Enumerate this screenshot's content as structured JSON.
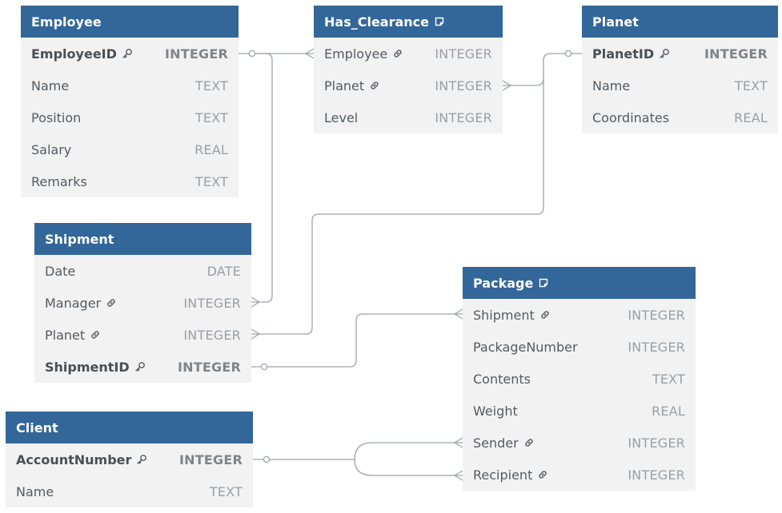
{
  "tables": {
    "employee": {
      "title": "Employee",
      "columns": [
        {
          "name": "EmployeeID",
          "type": "INTEGER",
          "icon": "key-icon"
        },
        {
          "name": "Name",
          "type": "TEXT"
        },
        {
          "name": "Position",
          "type": "TEXT"
        },
        {
          "name": "Salary",
          "type": "REAL"
        },
        {
          "name": "Remarks",
          "type": "TEXT"
        }
      ]
    },
    "has_clearance": {
      "title": "Has_Clearance",
      "note_icon": "note-icon",
      "columns": [
        {
          "name": "Employee",
          "type": "INTEGER",
          "icon": "link-icon"
        },
        {
          "name": "Planet",
          "type": "INTEGER",
          "icon": "link-icon"
        },
        {
          "name": "Level",
          "type": "INTEGER"
        }
      ]
    },
    "planet": {
      "title": "Planet",
      "columns": [
        {
          "name": "PlanetID",
          "type": "INTEGER",
          "icon": "key-icon"
        },
        {
          "name": "Name",
          "type": "TEXT"
        },
        {
          "name": "Coordinates",
          "type": "REAL"
        }
      ]
    },
    "shipment": {
      "title": "Shipment",
      "columns": [
        {
          "name": "Date",
          "type": "DATE"
        },
        {
          "name": "Manager",
          "type": "INTEGER",
          "icon": "link-icon"
        },
        {
          "name": "Planet",
          "type": "INTEGER",
          "icon": "link-icon"
        },
        {
          "name": "ShipmentID",
          "type": "INTEGER",
          "icon": "key-icon"
        }
      ]
    },
    "package": {
      "title": "Package",
      "note_icon": "note-icon",
      "columns": [
        {
          "name": "Shipment",
          "type": "INTEGER",
          "icon": "link-icon"
        },
        {
          "name": "PackageNumber",
          "type": "INTEGER"
        },
        {
          "name": "Contents",
          "type": "TEXT"
        },
        {
          "name": "Weight",
          "type": "REAL"
        },
        {
          "name": "Sender",
          "type": "INTEGER",
          "icon": "link-icon"
        },
        {
          "name": "Recipient",
          "type": "INTEGER",
          "icon": "link-icon"
        }
      ]
    },
    "client": {
      "title": "Client",
      "columns": [
        {
          "name": "AccountNumber",
          "type": "INTEGER",
          "icon": "key-icon"
        },
        {
          "name": "Name",
          "type": "TEXT"
        }
      ]
    }
  },
  "colors": {
    "header": "#336699",
    "body": "#f2f2f2",
    "connector": "#9ea3a8"
  }
}
